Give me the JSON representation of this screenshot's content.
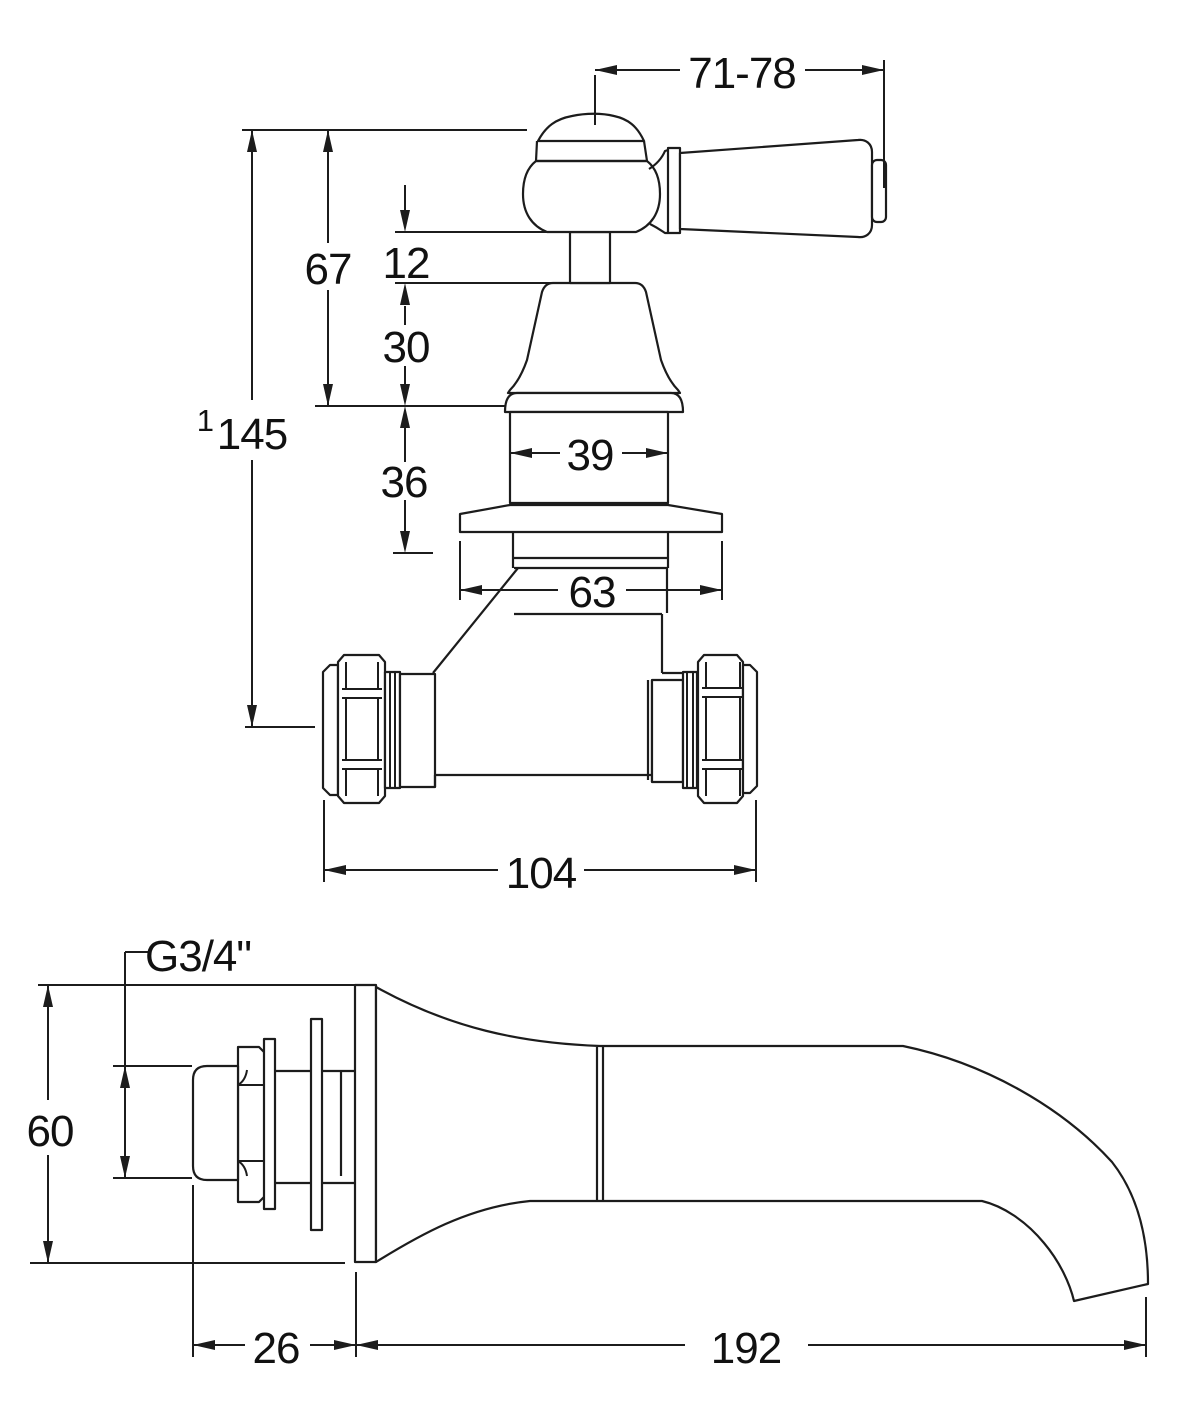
{
  "page": {
    "background": "#ffffff",
    "line_color": "#1c1c1c"
  },
  "valve_view": {
    "dim_handle_width": "71-78",
    "dim_upper_height": "67",
    "dim_stem_height": "12",
    "dim_bonnet_height": "30",
    "dim_total_height_sup": "1",
    "dim_total_height": "145",
    "dim_body_width": "39",
    "dim_lower_height": "36",
    "dim_flange_width": "63",
    "dim_tee_width": "104"
  },
  "spout_view": {
    "dim_thread": "G3/4\"",
    "dim_height": "60",
    "dim_wall_depth": "26",
    "dim_projection": "192"
  }
}
